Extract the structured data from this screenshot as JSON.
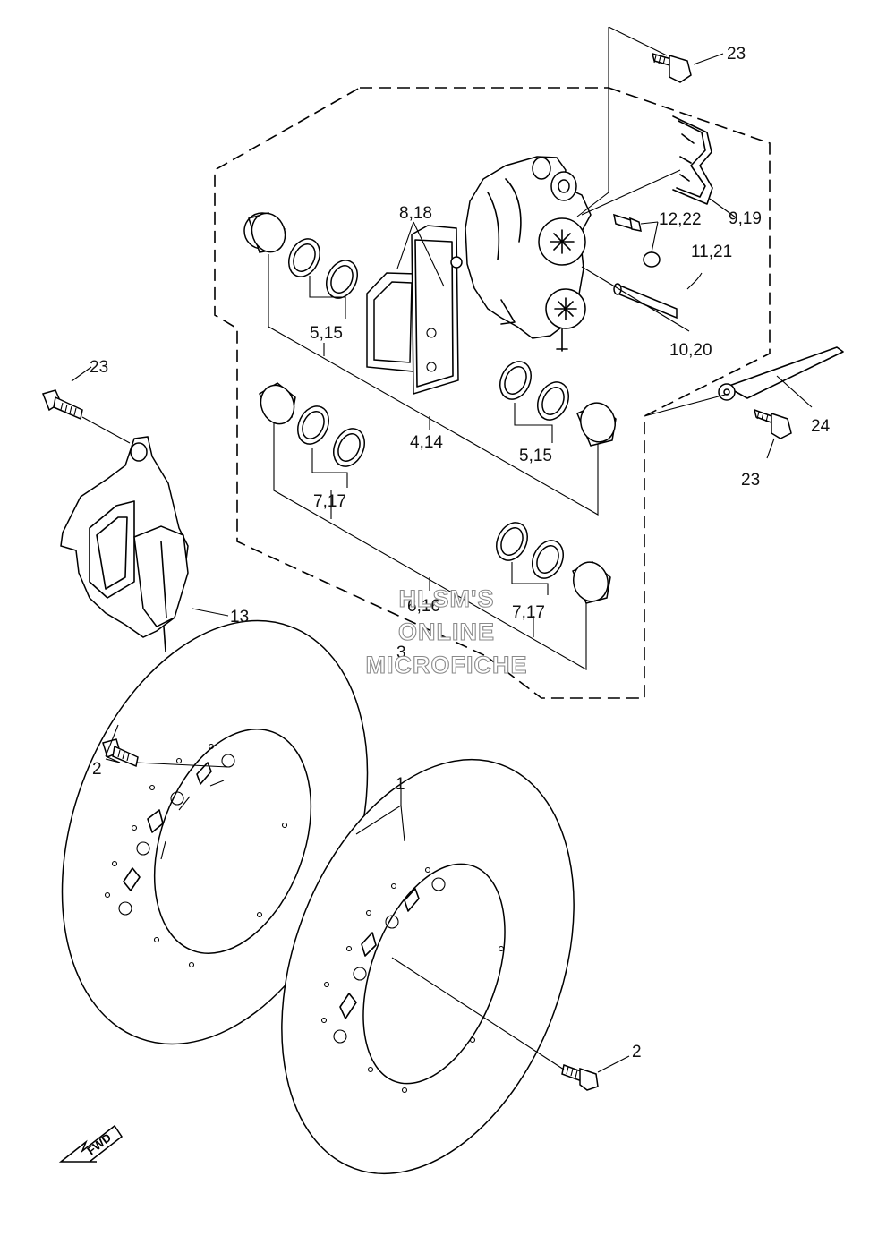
{
  "labels": {
    "l1": "1",
    "l2a": "2",
    "l2b": "2",
    "l3": "3",
    "l4_14": "4,14",
    "l5_15a": "5,15",
    "l5_15b": "5,15",
    "l6_16": "6,16",
    "l7_17a": "7,17",
    "l7_17b": "7,17",
    "l8_18": "8,18",
    "l9_19": "9,19",
    "l10_20": "10,20",
    "l11_21": "11,21",
    "l12_22": "12,22",
    "l13": "13",
    "l23a": "23",
    "l23b": "23",
    "l23c": "23",
    "l24": "24"
  },
  "watermark": {
    "line1": "HLSM'S",
    "line2": "ONLINE",
    "line3": "MICROFICHE"
  },
  "fwd_label": "FWD"
}
